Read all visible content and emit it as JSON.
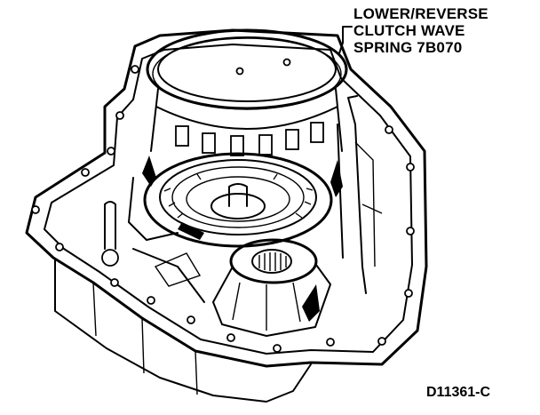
{
  "callout": {
    "line1": "LOWER/REVERSE",
    "line2": "CLUTCH WAVE",
    "line3": "SPRING 7B070"
  },
  "figure_id": "D11361-C"
}
